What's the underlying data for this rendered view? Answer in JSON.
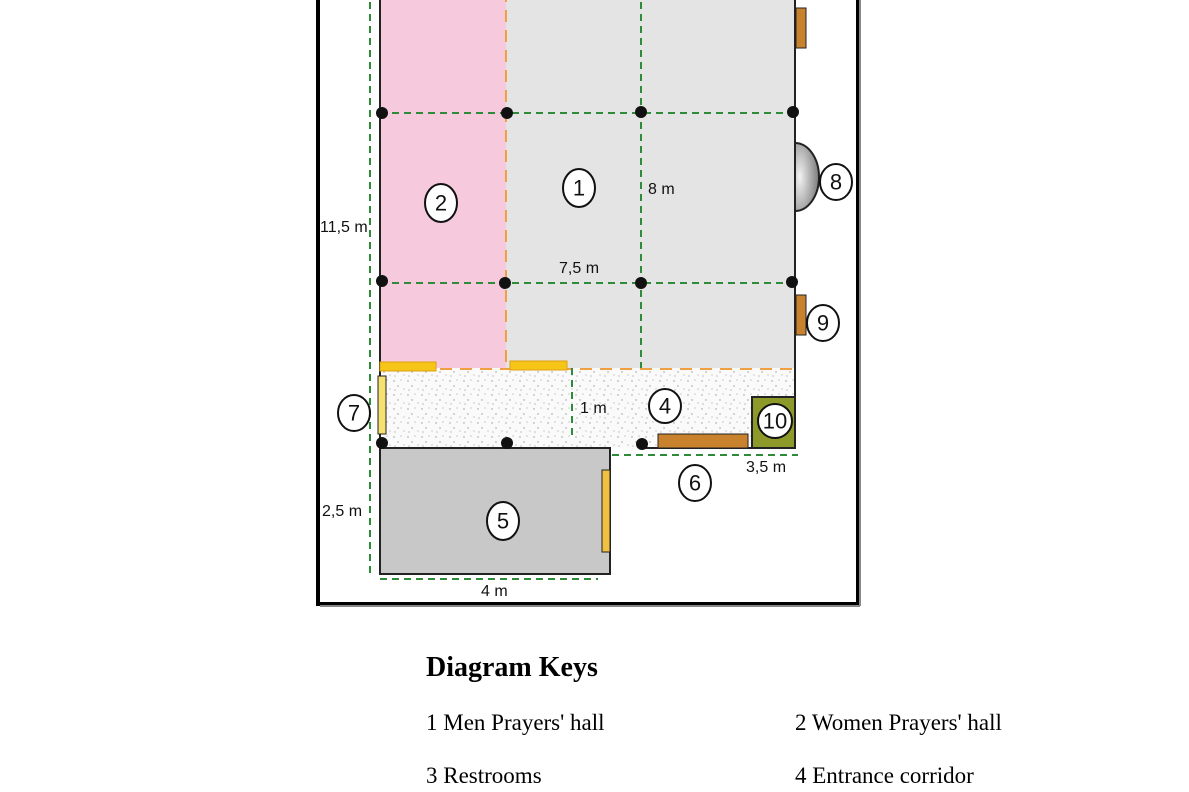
{
  "dimensions": {
    "left_total": "11,5 m",
    "hall_depth": "8 m",
    "hall_width": "7,5 m",
    "corridor_depth": "1 m",
    "entrance_width": "3,5 m",
    "restroom_depth": "2,5 m",
    "restroom_width": "4 m"
  },
  "zone_numbers": [
    "1",
    "2",
    "4",
    "5",
    "6",
    "7",
    "8",
    "9",
    "10"
  ],
  "colors": {
    "women_hall": "#f6c9dd",
    "men_hall": "#e4e4e4",
    "restroom": "#c8c8c8",
    "grid_line": "#2e8b3a",
    "axis_line": "#f0a040",
    "door_yellow": "#f5c518",
    "door_brown": "#c8822e",
    "box_olive": "#8d9a2a"
  },
  "keys": {
    "title": "Diagram Keys",
    "items": [
      "1 Men Prayers' hall",
      "2 Women Prayers' hall",
      "3 Restrooms",
      "4 Entrance corridor"
    ]
  }
}
